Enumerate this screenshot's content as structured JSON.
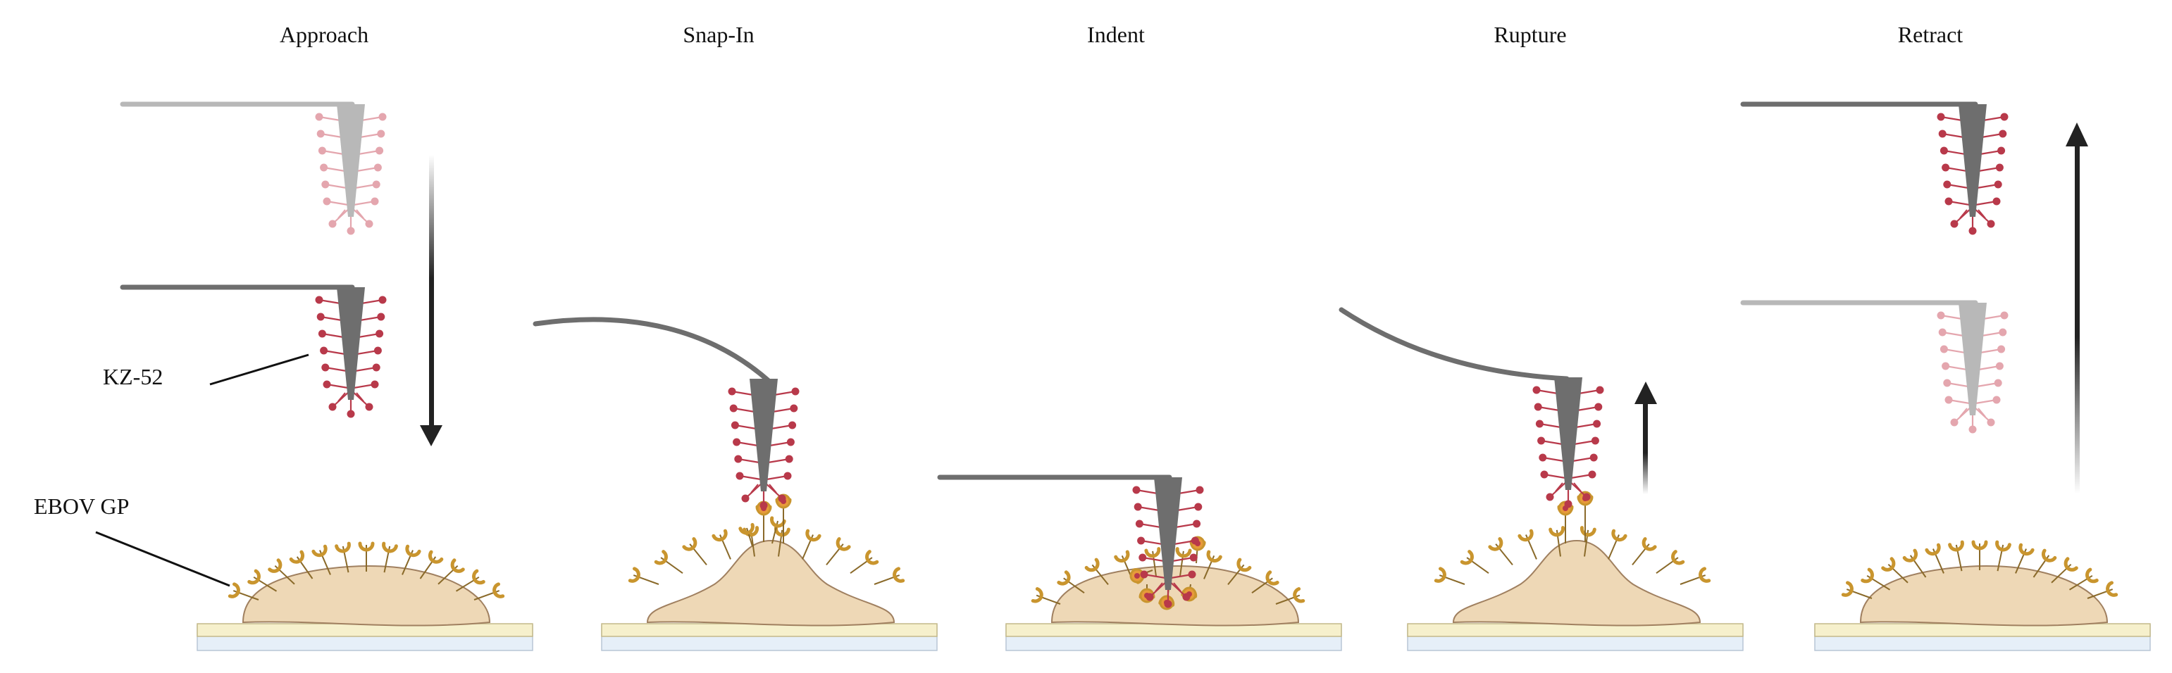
{
  "stages": [
    {
      "title": "Approach"
    },
    {
      "title": "Snap-In"
    },
    {
      "title": "Indent"
    },
    {
      "title": "Rupture"
    },
    {
      "title": "Retract"
    }
  ],
  "labels": {
    "antibody": "KZ-52",
    "glycoprotein": "EBOV GP"
  },
  "colors": {
    "cantilever": "#6e6e6e",
    "cantilever_faded": "#b8b8b8",
    "antibody": "#b8394a",
    "antibody_faded": "#e4a6ae",
    "glycoprotein": "#c9952e",
    "cell_fill": "#eed8b6",
    "cell_stroke": "#a08060",
    "substrate_top": "#f6f0cc",
    "substrate_bottom": "#e6eff8",
    "arrow": "#222222"
  }
}
